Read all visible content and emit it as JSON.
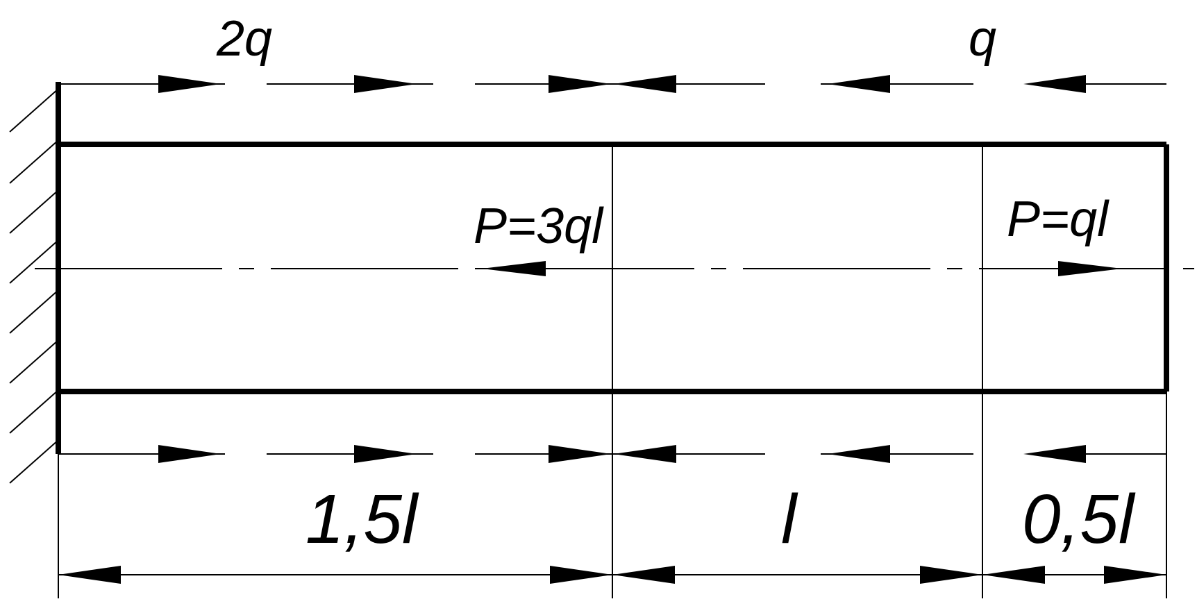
{
  "labels": {
    "top_left_load": "2q",
    "top_right_load": "q",
    "force_left": "P=3ql",
    "force_right": "P=ql",
    "dim_1": "1,5l",
    "dim_2": "l",
    "dim_3": "0,5l"
  },
  "colors": {
    "line": "#000000",
    "background": "#ffffff"
  }
}
